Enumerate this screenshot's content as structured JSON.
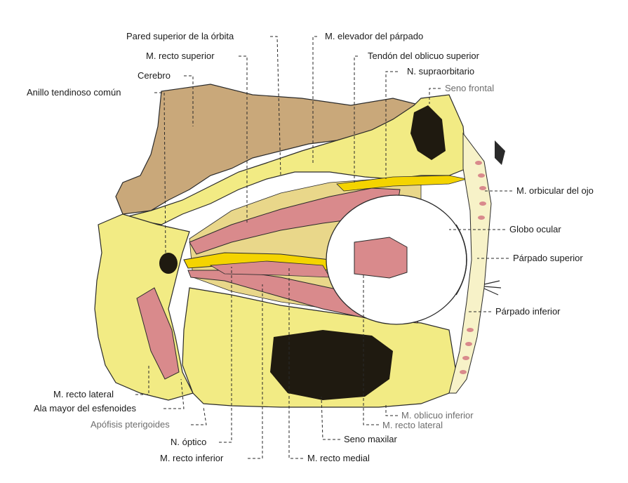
{
  "diagram": {
    "labels": {
      "pared_superior": "Pared superior de la órbita",
      "elevador": "M. elevador del párpado",
      "recto_superior": "M. recto superior",
      "tendon_oblicuo": "Tendón del oblicuo superior",
      "cerebro": "Cerebro",
      "supraorbitario": "N. supraorbitario",
      "anillo": "Anillo tendinoso común",
      "seno_frontal": "Seno frontal",
      "orbicular": "M. orbicular del ojo",
      "globo": "Globo ocular",
      "parpado_superior": "Párpado superior",
      "parpado_inferior": "Párpado inferior",
      "recto_lateral_left": "M. recto lateral",
      "ala_mayor": "Ala mayor del esfenoides",
      "apofisis": "Apófisis pterigoides",
      "optico": "N. óptico",
      "recto_inferior": "M. recto inferior",
      "recto_medial": "M. recto medial",
      "seno_maxilar": "Seno maxilar",
      "oblicuo_inferior": "M. oblicuo inferior",
      "recto_lateral_right": "M. recto lateral"
    },
    "colors": {
      "bone": "#f2eb84",
      "fat": "#e9d78a",
      "muscle": "#d98a8c",
      "nerve": "#f4d400",
      "cavity": "#1f1a10",
      "brain": "#c9a87a",
      "outline": "#2a2a2a"
    }
  }
}
